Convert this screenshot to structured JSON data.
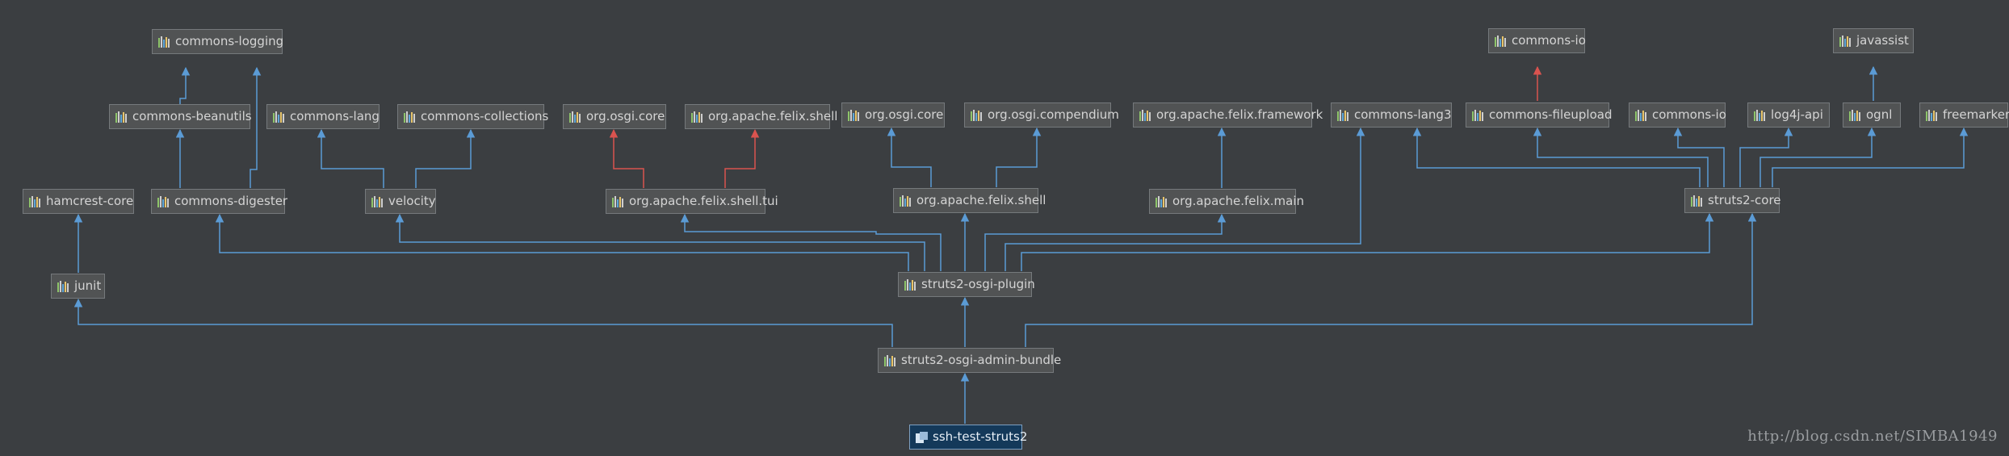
{
  "diagram": {
    "nodes": {
      "commons_logging": "commons-logging",
      "commons_beanutils": "commons-beanutils",
      "commons_lang": "commons-lang",
      "commons_collections": "commons-collections",
      "org_osgi_core_1": "org.osgi.core",
      "org_apache_felix_shell": "org.apache.felix.shell",
      "org_osgi_core_2": "org.osgi.core",
      "org_osgi_compendium": "org.osgi.compendium",
      "org_apache_felix_framework": "org.apache.felix.framework",
      "commons_lang3": "commons-lang3",
      "commons_fileupload": "commons-fileupload",
      "commons_io_top": "commons-io",
      "commons_io": "commons-io",
      "log4j_api": "log4j-api",
      "ognl": "ognl",
      "javassist": "javassist",
      "freemarker": "freemarker",
      "hamcrest_core": "hamcrest-core",
      "commons_digester": "commons-digester",
      "velocity": "velocity",
      "org_apache_felix_shell_tui": "org.apache.felix.shell.tui",
      "org_apache_felix_shell_2": "org.apache.felix.shell",
      "org_apache_felix_main": "org.apache.felix.main",
      "struts2_core": "struts2-core",
      "junit": "junit",
      "struts2_osgi_plugin": "struts2-osgi-plugin",
      "struts2_osgi_admin_bundle": "struts2-osgi-admin-bundle",
      "ssh_test_struts2": "ssh-test-struts2"
    },
    "colors": {
      "edge": "#5b9bd5",
      "conflict_edge": "#d9534f",
      "background": "#3b3e41",
      "node_bg": "#515354",
      "root_bg": "#14395a"
    }
  },
  "watermark": "http://blog.csdn.net/SIMBA1949"
}
